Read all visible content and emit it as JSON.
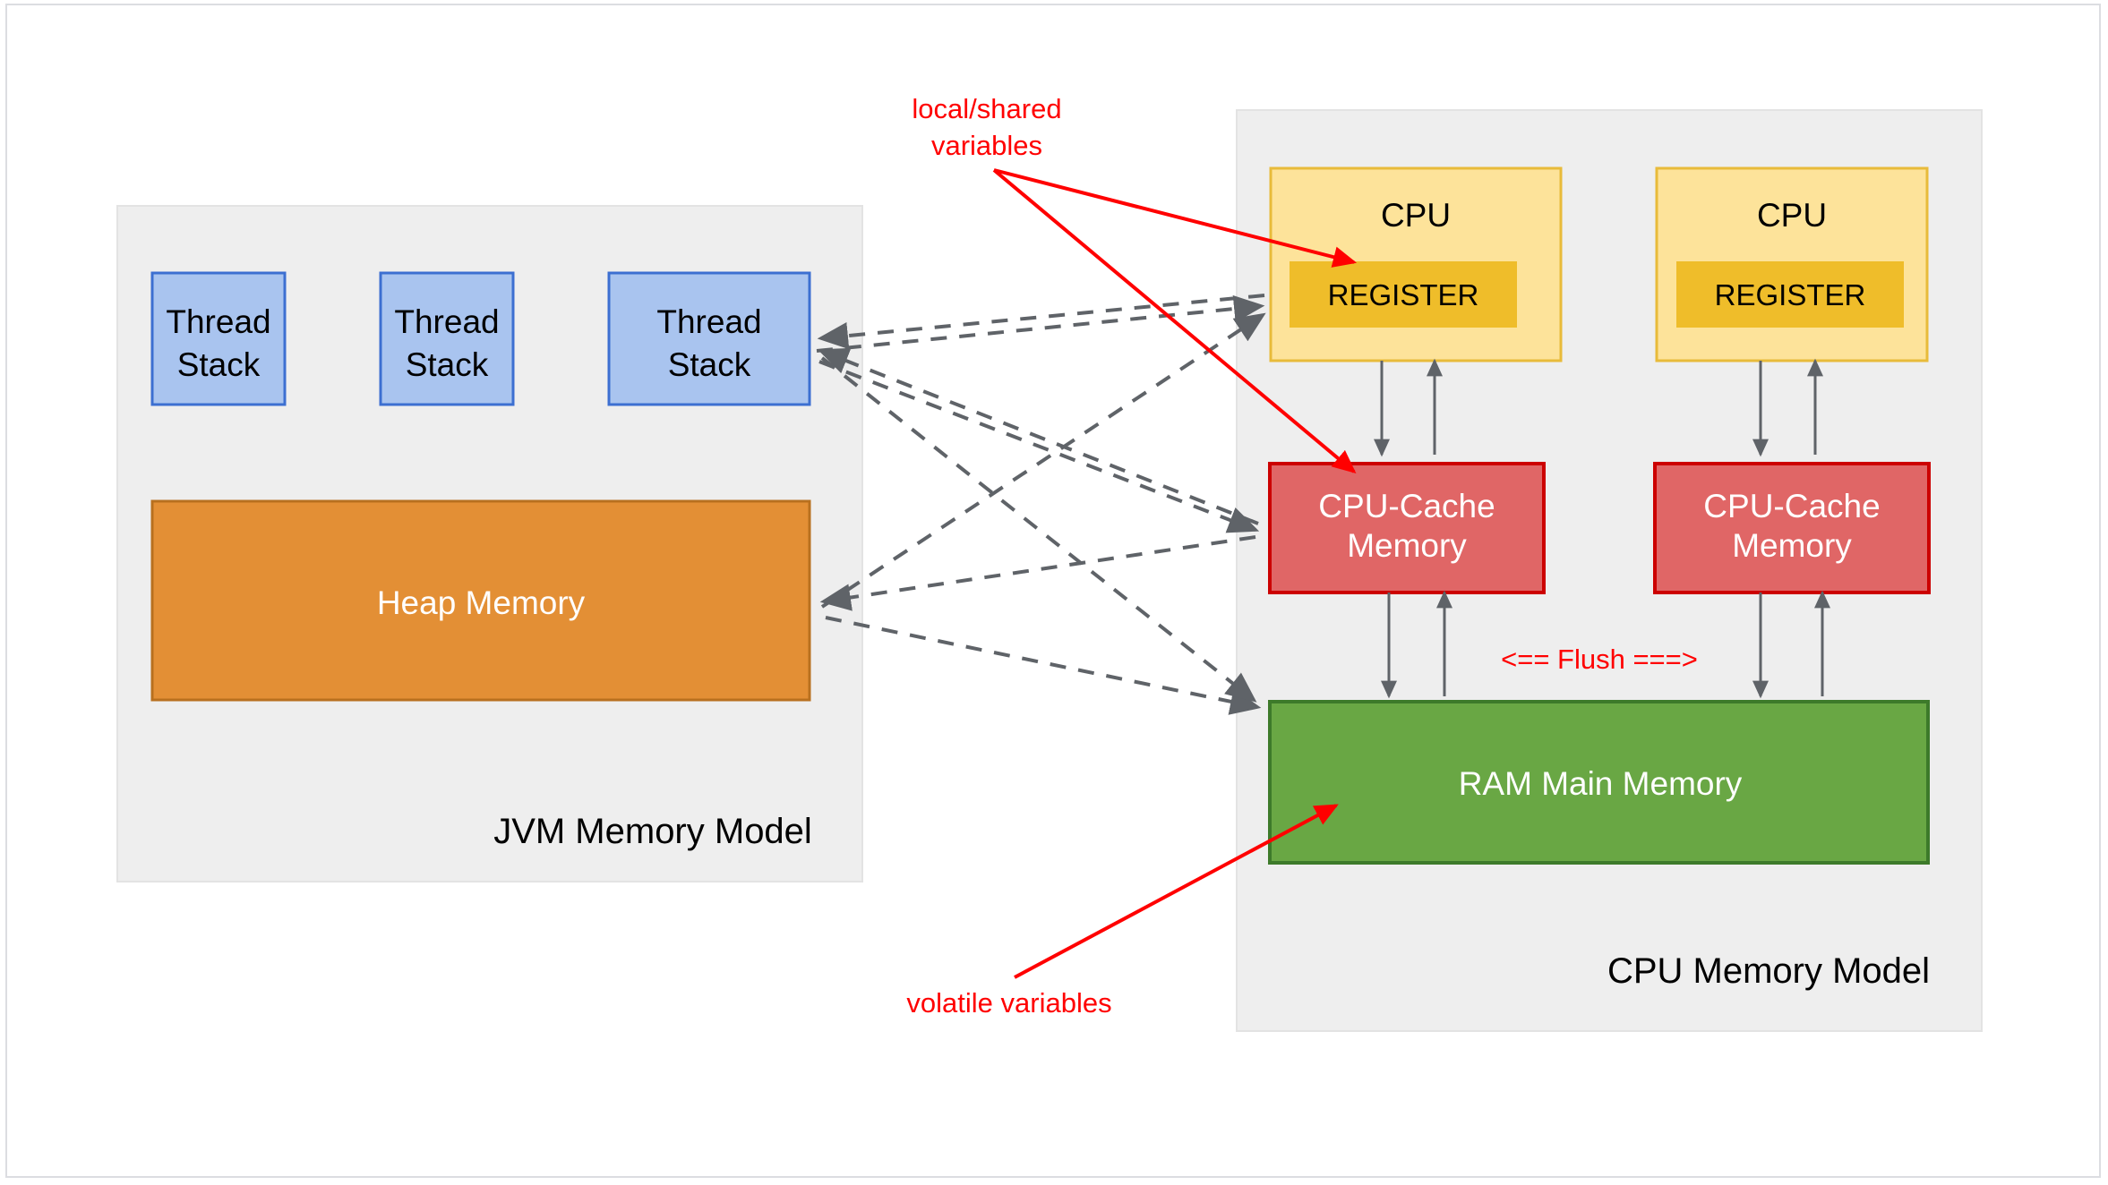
{
  "diagram": {
    "title_jvm": "JVM Memory Model",
    "title_cpu": "CPU Memory Model",
    "colors": {
      "panel_bg": "#eeeeee",
      "panel_border": "#e0e0e0",
      "thread_fill": "#a9c4ef",
      "thread_border": "#3c6fd1",
      "heap_fill": "#e38f35",
      "heap_border": "#b8701f",
      "cpu_fill": "#fde39a",
      "cpu_border": "#e8bb3a",
      "register_fill": "#efbd2a",
      "cache_fill": "#e06666",
      "cache_border": "#cc0000",
      "ram_fill": "#69a744",
      "ram_border": "#3d7a2a",
      "annotation_red": "#ff0000",
      "arrow_gray": "#5f6368",
      "page_bg": "#ffffff",
      "frame_border": "#dcdde1"
    },
    "jvm_panel": {
      "label": "JVM Memory Model",
      "thread_stacks": [
        {
          "line1": "Thread",
          "line2": "Stack"
        },
        {
          "line1": "Thread",
          "line2": "Stack"
        },
        {
          "line1": "Thread",
          "line2": "Stack"
        }
      ],
      "heap": {
        "label": "Heap Memory"
      }
    },
    "cpu_panel": {
      "label": "CPU Memory Model",
      "cpus": [
        {
          "label": "CPU",
          "register_label": "REGISTER",
          "cache_line1": "CPU-Cache",
          "cache_line2": "Memory"
        },
        {
          "label": "CPU",
          "register_label": "REGISTER",
          "cache_line1": "CPU-Cache",
          "cache_line2": "Memory"
        }
      ],
      "ram": {
        "label": "RAM Main Memory"
      },
      "flush_label": "<== Flush ===>"
    },
    "annotations": [
      {
        "line1": "local/shared",
        "line2": "variables"
      },
      {
        "line1": "volatile variables"
      }
    ]
  }
}
